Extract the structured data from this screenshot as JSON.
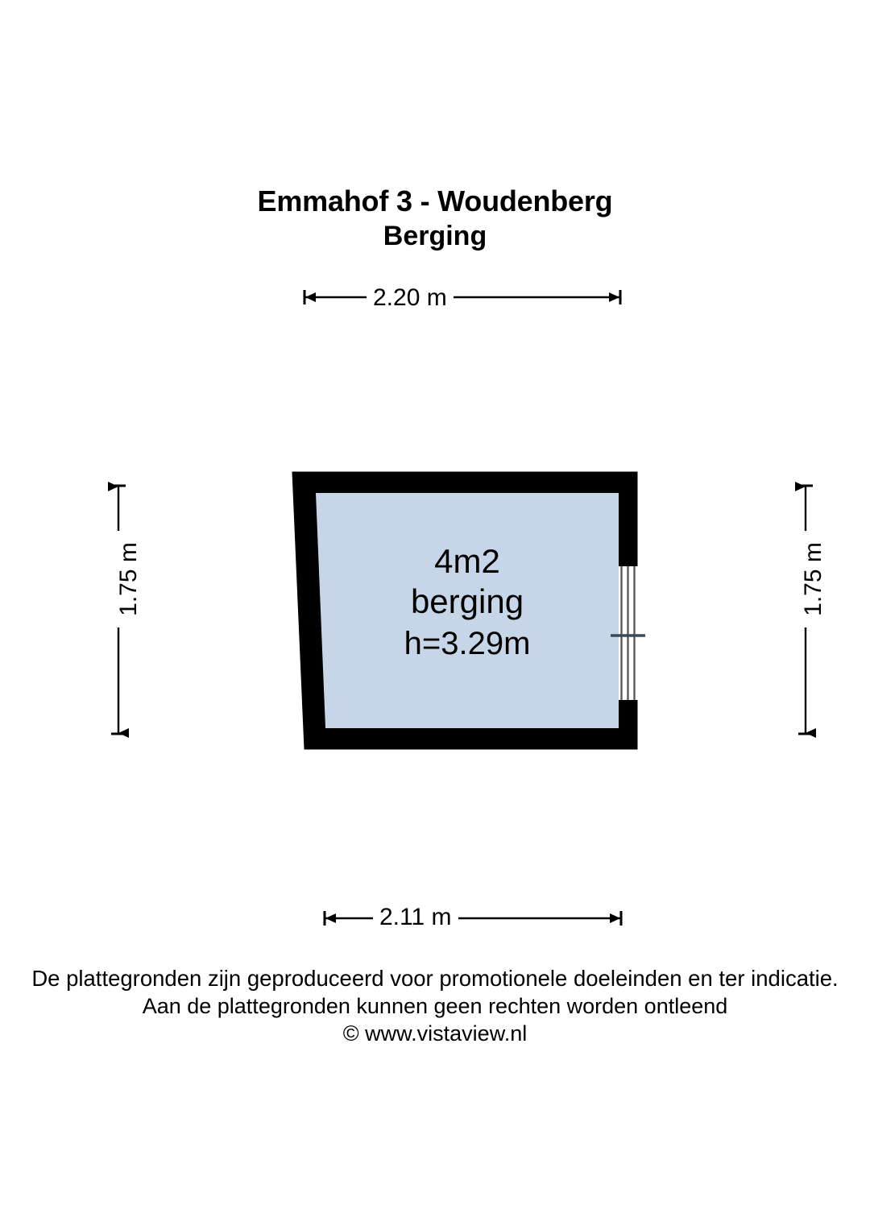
{
  "title": {
    "line1": "Emmahof 3 - Woudenberg",
    "line2": "Berging"
  },
  "dimensions": {
    "top": "2.20 m",
    "bottom": "2.11 m",
    "left": "1.75 m",
    "right": "1.75 m"
  },
  "room": {
    "area": "4m2",
    "name": "berging",
    "height": "h=3.29m"
  },
  "footer": {
    "line1": "De plattegronden zijn geproduceerd voor promotionele doeleinden en ter indicatie.",
    "line2": "Aan de plattegronden kunnen geen rechten worden ontleend",
    "line3": "© www.vistaview.nl"
  },
  "colors": {
    "wall": "#000000",
    "room_fill": "#c6d6e8",
    "background": "#ffffff",
    "text": "#000000",
    "door_tick": "#3c4a55"
  }
}
